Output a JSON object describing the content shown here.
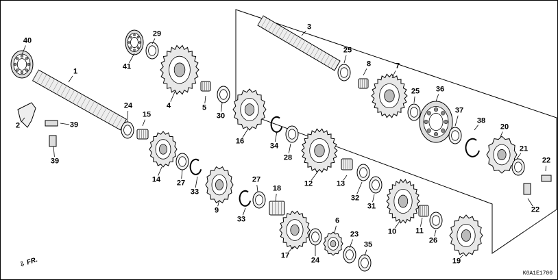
{
  "diagram": {
    "part_code": "K0A1E1700",
    "direction_label": "FR.",
    "callouts": [
      "40",
      "1",
      "41",
      "29",
      "4",
      "5",
      "30",
      "24",
      "15",
      "2",
      "39",
      "39",
      "16",
      "34",
      "28",
      "14",
      "27",
      "33",
      "9",
      "27",
      "18",
      "33",
      "17",
      "6",
      "24",
      "23",
      "35",
      "3",
      "25",
      "8",
      "7",
      "25",
      "36",
      "37",
      "38",
      "20",
      "12",
      "13",
      "32",
      "31",
      "10",
      "11",
      "26",
      "19",
      "21",
      "22",
      "22"
    ]
  }
}
